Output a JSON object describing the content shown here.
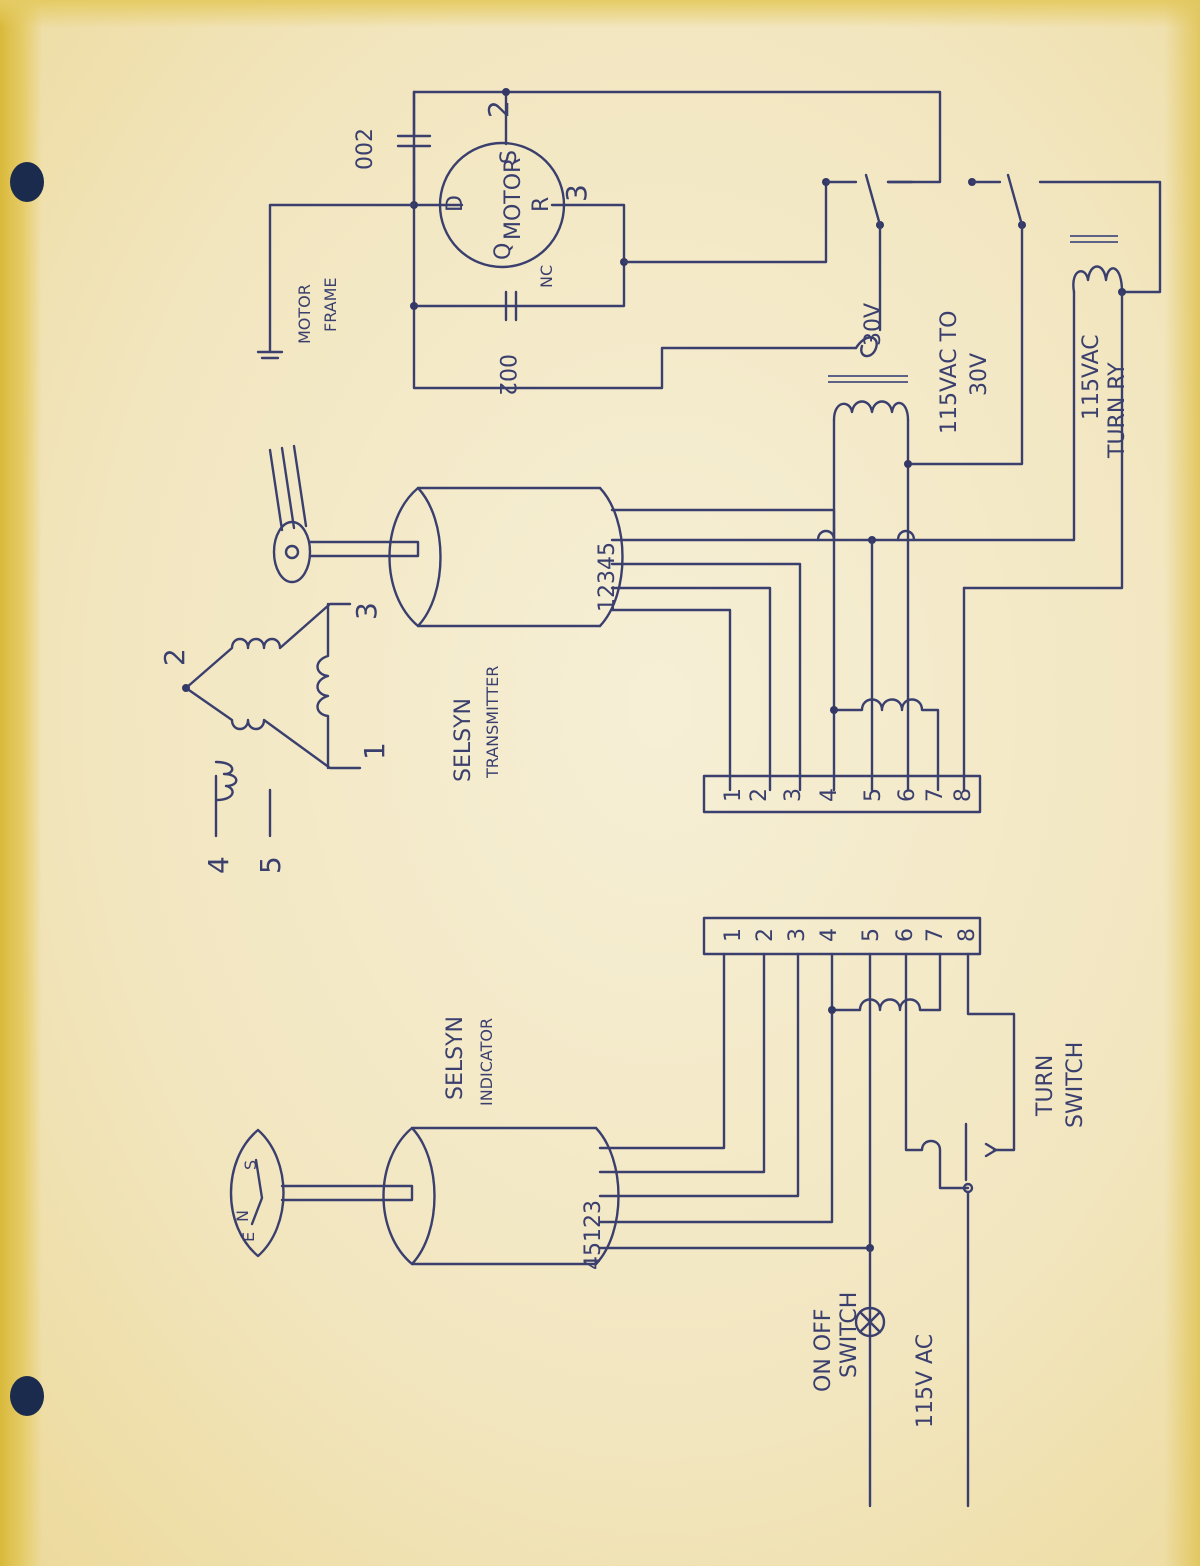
{
  "labels": {
    "cap_top": "002",
    "cap_bottom": "002",
    "motor": "MOTOR",
    "motor_d": "D",
    "motor_q": "Q",
    "motor_s": "S",
    "motor_r": "R",
    "motor_nc": "NC",
    "motor_term_2": "2",
    "motor_term_3": "3",
    "motor_frame_1": "MOTOR",
    "motor_frame_2": "FRAME",
    "v30": "30V",
    "xfmr_1": "115VAC TO",
    "xfmr_2": "30V",
    "relay_1": "115VAC",
    "relay_2": "TURN RY",
    "transmitter_1": "SELSYN",
    "transmitter_2": "TRANSMITTER",
    "transmitter_pins": "12345",
    "indicator_1": "SELSYN",
    "indicator_2": "INDICATOR",
    "indicator_pins": "45123",
    "turn_1": "TURN",
    "turn_2": "SWITCH",
    "onoff_1": "ON OFF",
    "onoff_2": "SWITCH",
    "ac": "115V AC",
    "wind_1": "1",
    "wind_2": "2",
    "wind_3": "3",
    "wind_4": "4",
    "wind_5": "5",
    "compass_n": "N",
    "compass_e": "E",
    "compass_s": "S"
  },
  "terminal_strip_top": [
    "1",
    "2",
    "3",
    "4",
    "5",
    "6",
    "7",
    "8"
  ],
  "terminal_strip_bottom": [
    "1",
    "2",
    "3",
    "4",
    "5",
    "6",
    "7",
    "8"
  ]
}
